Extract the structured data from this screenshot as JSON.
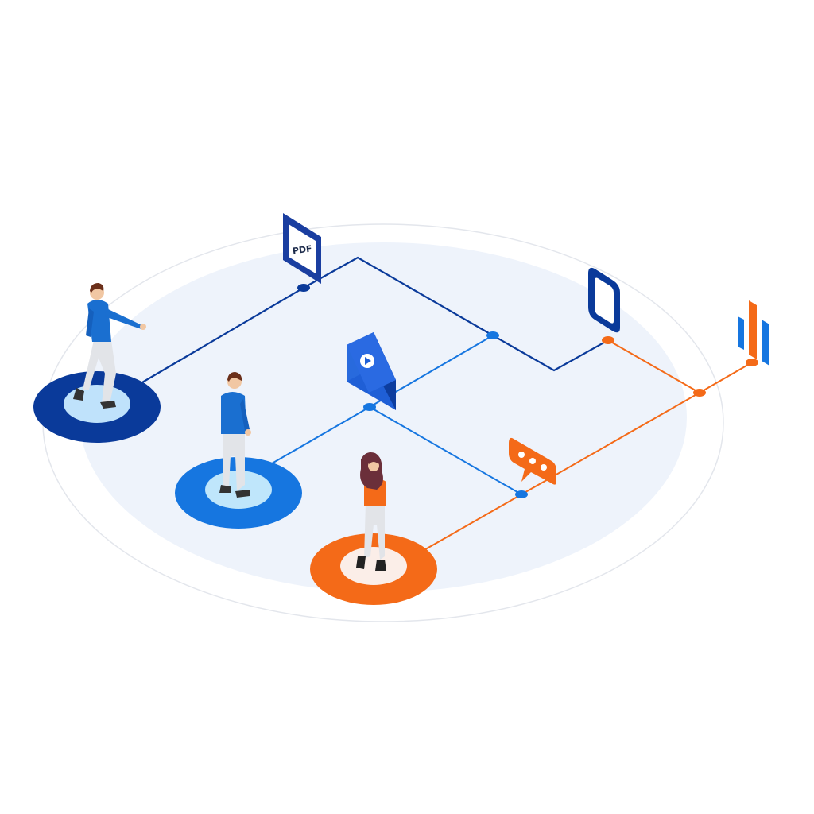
{
  "scene": {
    "pdf_icon": {
      "label": "PDF",
      "color": "#1a3ea0"
    },
    "colors": {
      "dark_blue": "#0a3a9a",
      "mid_blue": "#1676e0",
      "orange": "#f46a18",
      "platform": "#eef3fb",
      "platform_edge": "#e2e6ee"
    },
    "people": [
      {
        "name": "man-dark-blue-ring",
        "ring_color": "#0a3a9a"
      },
      {
        "name": "man-blue-ring",
        "ring_color": "#1676e0"
      },
      {
        "name": "woman-orange-ring",
        "ring_color": "#f46a18"
      }
    ],
    "icons": [
      "pdf-document-icon",
      "video-play-icon",
      "tablet-device-icon",
      "chat-bubble-icon",
      "bar-chart-icon"
    ]
  }
}
